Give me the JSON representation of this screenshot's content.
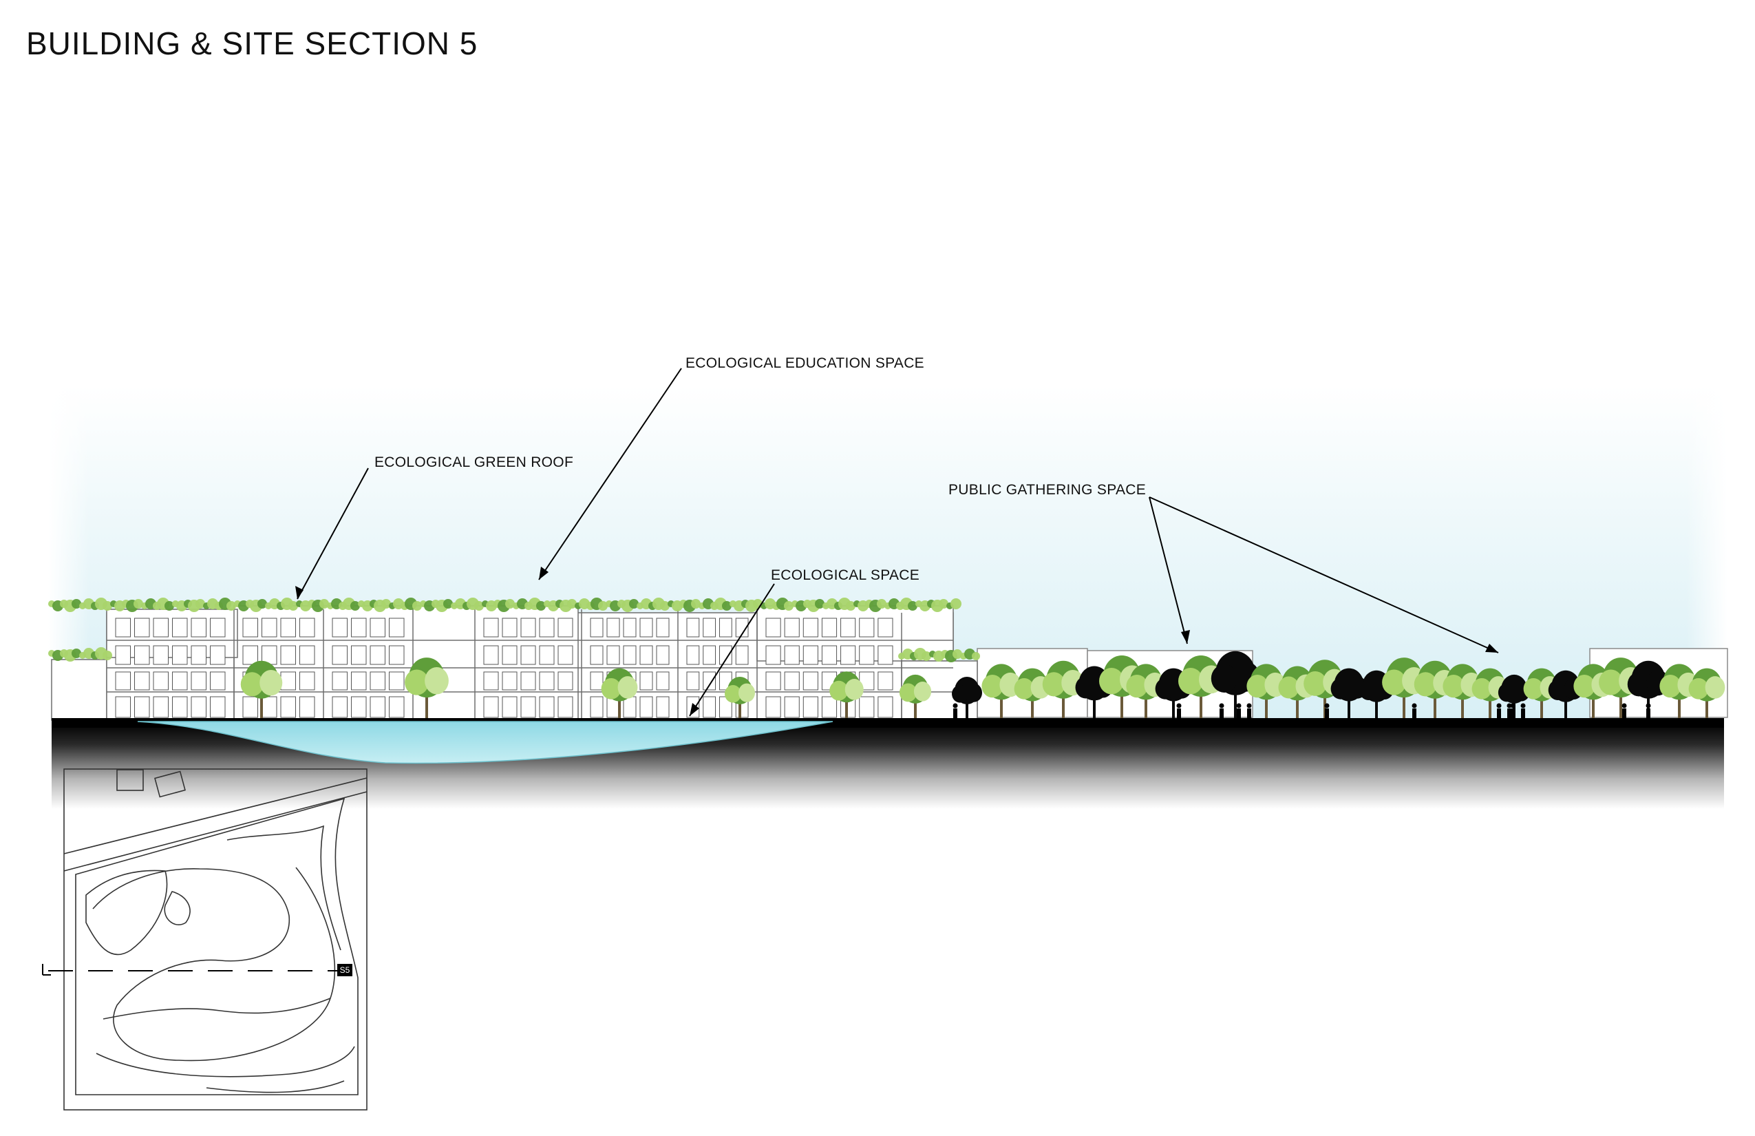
{
  "title": "BUILDING & SITE SECTION 5",
  "annotations": {
    "green_roof": "ECOLOGICAL GREEN ROOF",
    "education_space": "ECOLOGICAL EDUCATION SPACE",
    "ecological_space": "ECOLOGICAL SPACE",
    "gathering_space": "PUBLIC GATHERING SPACE"
  },
  "key_plan": {
    "section_tag": "S5"
  },
  "colors": {
    "sky_top": "#ffffff",
    "sky_band": "#dff2f7",
    "water": "#a8e1ea",
    "ground": "#000000",
    "foliage_light": "#a9d46b",
    "foliage_dark": "#5f9e3a",
    "tree_silhouette": "#0a0a0a",
    "building_line": "#7a7a7a"
  }
}
